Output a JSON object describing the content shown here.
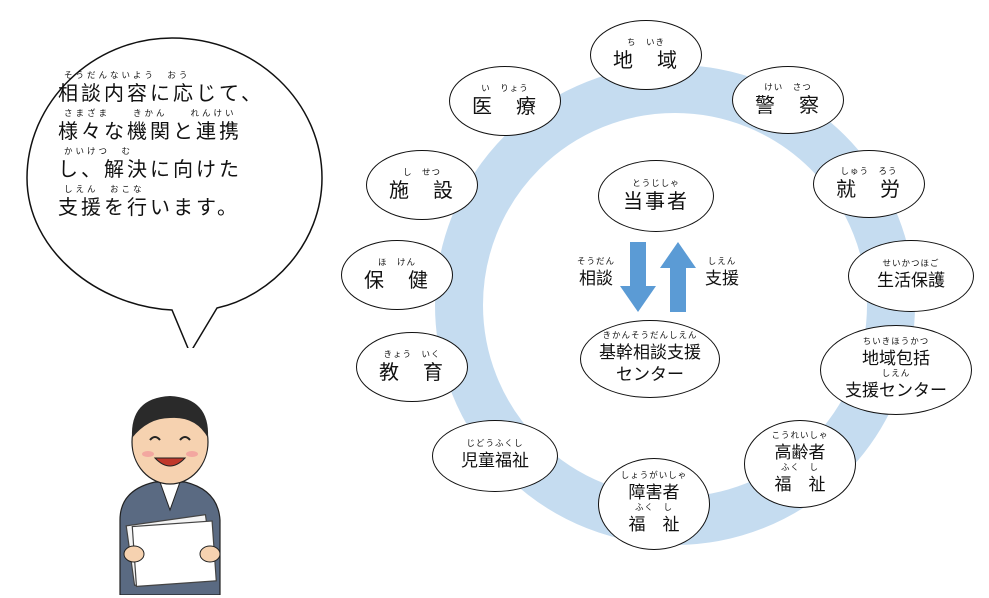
{
  "speech": {
    "lines": [
      {
        "ruby": "そうだんないよう　おう",
        "text": "相談内容に応じて、"
      },
      {
        "ruby": "さまざま　　きかん　　れんけい",
        "text": "様々な機関と連携"
      },
      {
        "ruby": "かいけつ　む",
        "text": "し、解決に向けた"
      },
      {
        "ruby": "しえん　おこな",
        "text": "支援を行います。"
      }
    ]
  },
  "center": {
    "party": {
      "ruby": "とうじしゃ",
      "label": "当事者"
    },
    "consult": {
      "ruby": "そうだん",
      "label": "相談"
    },
    "support": {
      "ruby": "しえん",
      "label": "支援"
    },
    "hub": {
      "ruby": "きかんそうだんしえん",
      "line1": "基幹相談支援",
      "line2": "センター"
    }
  },
  "nodes": {
    "chiiki": {
      "ruby": "ち　いき",
      "label": "地　域"
    },
    "keisatsu": {
      "ruby": "けい　さつ",
      "label": "警　察"
    },
    "shuro": {
      "ruby": "しゅう　ろう",
      "label": "就　労"
    },
    "seikatsu": {
      "ruby": "せいかつほご",
      "label": "生活保護"
    },
    "houkatsu": {
      "ruby": "ちいきほうかつ",
      "line1": "地域包括",
      "ruby2": "しえん",
      "line2": "支援センター"
    },
    "koureisha": {
      "ruby": "こうれいしゃ",
      "line1": "高齢者",
      "ruby2": "ふく　し",
      "line2": "福　祉"
    },
    "shougaisha": {
      "ruby": "しょうがいしゃ",
      "line1": "障害者",
      "ruby2": "ふく　し",
      "line2": "福　祉"
    },
    "jidou": {
      "ruby": "じどうふくし",
      "label": "児童福祉"
    },
    "kyouiku": {
      "ruby": "きょう　いく",
      "label": "教　育"
    },
    "hoken": {
      "ruby": "ほ　けん",
      "label": "保　健"
    },
    "shisetsu": {
      "ruby": "し　せつ",
      "label": "施　設"
    },
    "iryou": {
      "ruby": "い　りょう",
      "label": "医　療"
    }
  },
  "colors": {
    "ring": "#c5dcf0",
    "arrow": "#5b9bd5",
    "outline": "#111111"
  }
}
